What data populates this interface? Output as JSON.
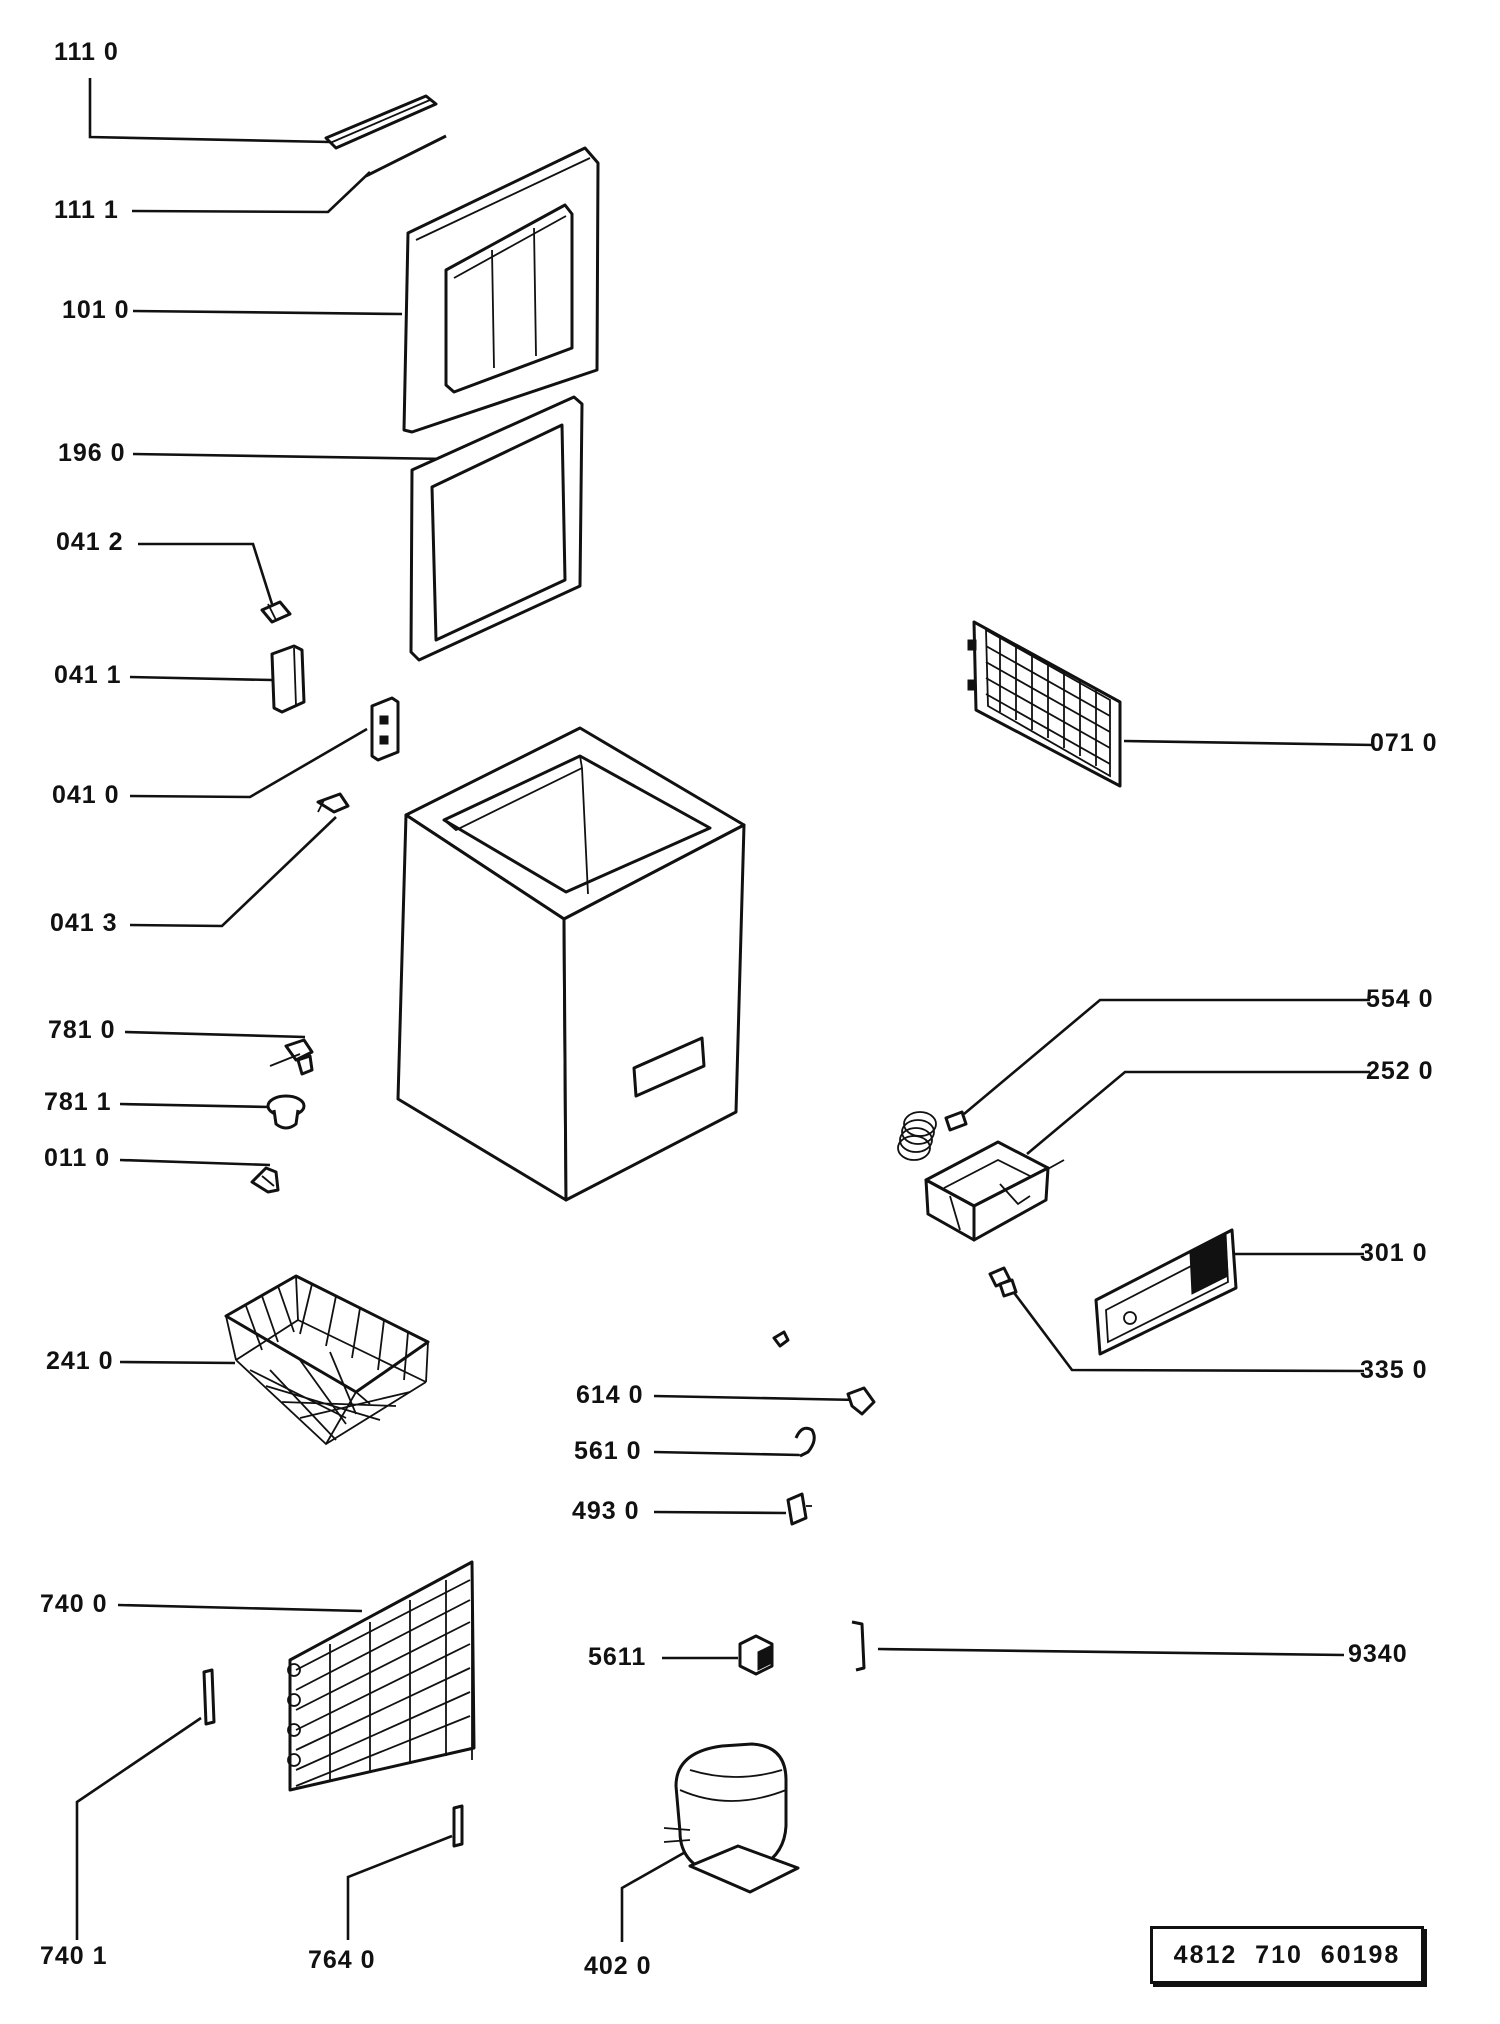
{
  "part_labels": {
    "p1110": "111 0",
    "p1111": "111 1",
    "p1010": "101 0",
    "p1960": "196 0",
    "p0412": "041 2",
    "p0411": "041 1",
    "p0410": "041 0",
    "p0413": "041 3",
    "p7810": "781 0",
    "p7811": "781 1",
    "p0110": "011 0",
    "p2410": "241 0",
    "p7400": "740 0",
    "p7401": "740 1",
    "p7640": "764 0",
    "p0710": "071 0",
    "p5540": "554 0",
    "p2520": "252 0",
    "p3010": "301 0",
    "p3350": "335 0",
    "p6140": "614 0",
    "p5610": "561 0",
    "p4930": "493 0",
    "p5611": "5611",
    "p9340": "9340",
    "p4020": "402 0"
  },
  "document_number": "4812  710  60198"
}
